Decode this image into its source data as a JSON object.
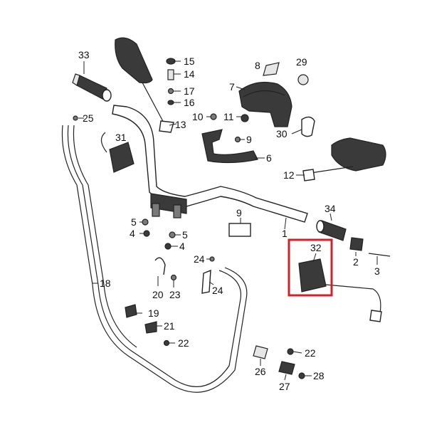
{
  "diagram": {
    "highlight_color": "#d0202a",
    "labels": [
      {
        "id": "33",
        "text": "33"
      },
      {
        "id": "15",
        "text": "15"
      },
      {
        "id": "14",
        "text": "14"
      },
      {
        "id": "17",
        "text": "17"
      },
      {
        "id": "16",
        "text": "16"
      },
      {
        "id": "8",
        "text": "8"
      },
      {
        "id": "29",
        "text": "29"
      },
      {
        "id": "7",
        "text": "7"
      },
      {
        "id": "25",
        "text": "25"
      },
      {
        "id": "10",
        "text": "10"
      },
      {
        "id": "11",
        "text": "11"
      },
      {
        "id": "13",
        "text": "13"
      },
      {
        "id": "30",
        "text": "30"
      },
      {
        "id": "31",
        "text": "31"
      },
      {
        "id": "9b",
        "text": "9"
      },
      {
        "id": "6",
        "text": "6"
      },
      {
        "id": "12",
        "text": "12"
      },
      {
        "id": "5a",
        "text": "5"
      },
      {
        "id": "4a",
        "text": "4"
      },
      {
        "id": "5b",
        "text": "5"
      },
      {
        "id": "4b",
        "text": "4"
      },
      {
        "id": "9",
        "text": "9"
      },
      {
        "id": "1",
        "text": "1"
      },
      {
        "id": "34",
        "text": "34"
      },
      {
        "id": "32",
        "text": "32"
      },
      {
        "id": "2",
        "text": "2"
      },
      {
        "id": "3",
        "text": "3"
      },
      {
        "id": "24a",
        "text": "24"
      },
      {
        "id": "24b",
        "text": "24"
      },
      {
        "id": "18",
        "text": "18"
      },
      {
        "id": "20",
        "text": "20"
      },
      {
        "id": "23",
        "text": "23"
      },
      {
        "id": "19",
        "text": "19"
      },
      {
        "id": "21",
        "text": "21"
      },
      {
        "id": "22a",
        "text": "22"
      },
      {
        "id": "22b",
        "text": "22"
      },
      {
        "id": "26",
        "text": "26"
      },
      {
        "id": "27",
        "text": "27"
      },
      {
        "id": "28",
        "text": "28"
      }
    ]
  }
}
